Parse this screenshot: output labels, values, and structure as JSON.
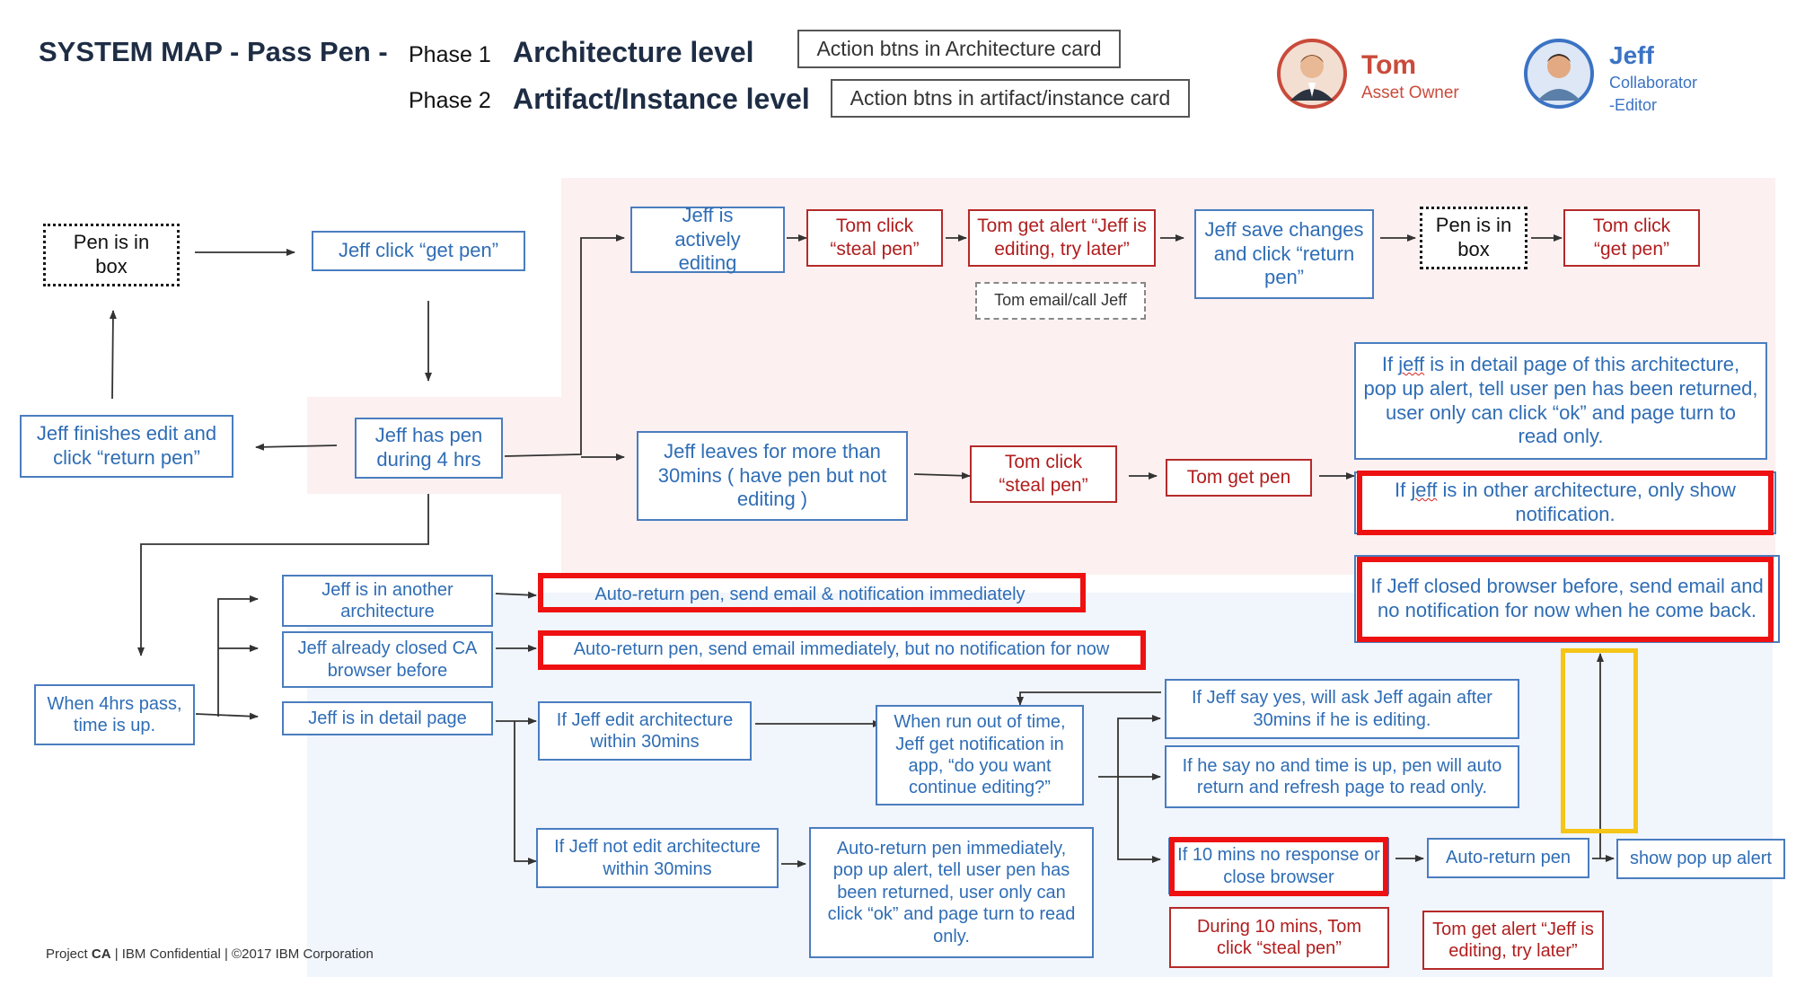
{
  "header": {
    "title": "SYSTEM MAP - Pass Pen -",
    "phase1_label": "Phase 1",
    "phase1_name": "Architecture level",
    "phase2_label": "Phase 2",
    "phase2_name": "Artifact/Instance level",
    "legend1": "Action btns in Architecture card",
    "legend2": "Action btns in artifact/instance card"
  },
  "users": {
    "tom": {
      "name": "Tom",
      "role": "Asset Owner",
      "color": "#c94b3b"
    },
    "jeff": {
      "name": "Jeff",
      "role_line1": "Collaborator",
      "role_line2": "-Editor",
      "color": "#3b73c4"
    }
  },
  "nodes": {
    "pen_in_box_left": "Pen is in box",
    "jeff_get_pen": "Jeff click “get pen”",
    "jeff_has_pen": "Jeff has pen during 4 hrs",
    "jeff_finishes": "Jeff finishes edit and click “return pen”",
    "jeff_actively_editing": "Jeff is actively editing",
    "tom_steal_pen_1": "Tom click “steal pen”",
    "tom_alert_1": "Tom get alert “Jeff is editing, try later”",
    "tom_email": "Tom email/call Jeff",
    "jeff_save_return": "Jeff save changes and click “return pen”",
    "pen_in_box_right": "Pen is in box",
    "tom_get_pen_click": "Tom click “get pen”",
    "jeff_leaves": "Jeff leaves for more than 30mins ( have pen but not editing )",
    "tom_steal_pen_2": "Tom click “steal pen”",
    "tom_get_pen": "Tom get pen",
    "detail_page_alert": {
      "before": "If ",
      "jeff": "jeff",
      "after": " is in detail page of this architecture, pop up alert, tell user pen has been returned, user only can click “ok” and page turn to read only."
    },
    "other_arch": {
      "before": "If ",
      "jeff": "jeff",
      "after": " is in other architecture, only show notification."
    },
    "closed_browser_note": "If Jeff closed browser before, send email and no notification for now when he come back.",
    "when_4hrs": "When 4hrs pass, time is up.",
    "in_another_arch": "Jeff is in another architecture",
    "already_closed": "Jeff already closed CA browser before",
    "in_detail_page": "Jeff is in detail page",
    "auto_return_notify": "Auto-return pen, send email & notification immediately",
    "auto_return_email": "Auto-return pen, send email immediately, but no notification for now",
    "edit_within": "If Jeff edit architecture within 30mins",
    "not_edit_within": "If Jeff not edit architecture within 30mins",
    "run_out": "When run out of time, Jeff get notification in app, “do you want continue editing?”",
    "say_yes": "If Jeff say yes, will ask Jeff again after 30mins if he is editing.",
    "say_no": "If he say no and time is up, pen will auto return and refresh page to read only.",
    "no_response": "If 10 mins no response or close browser",
    "auto_return_pen": "Auto-return pen",
    "show_popup": "show pop up alert",
    "auto_return_immediate": "Auto-return pen immediately, pop up alert, tell user pen has been returned, user only can click “ok” and page turn to read only.",
    "during_10": "During 10 mins, Tom click “steal pen”",
    "tom_alert_2": "Tom get alert “Jeff is editing, try later”"
  },
  "footer": {
    "project": "Project ",
    "project_bold": "CA",
    "rest": " | IBM Confidential | ©2017 IBM Corporation"
  },
  "colors": {
    "phase1_bg": "#fdf0f0",
    "phase2_bg": "#f1f5fc",
    "blue": "#2f6db5",
    "red": "#b11d1d",
    "highlight_red": "#ee1111",
    "highlight_yellow": "#f5c518"
  }
}
